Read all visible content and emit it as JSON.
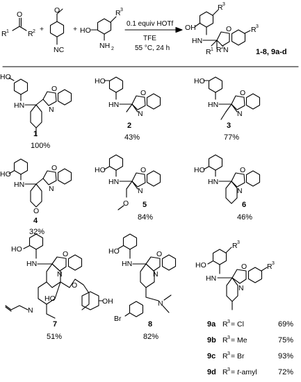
{
  "reaction": {
    "ketone": {
      "o": "O",
      "r1": "R",
      "r1_sup": "1",
      "r2": "R",
      "r2_sup": "2"
    },
    "isocyanide": {
      "ome": "O",
      "nc": "NC"
    },
    "aminophenol": {
      "ho": "HO",
      "nh2": "NH",
      "nh2_sub": "2",
      "r3": "R",
      "r3_sup": "3"
    },
    "plus": "+",
    "conditions": {
      "catalyst": "0.1 equiv HOTf",
      "solvent": "TFE",
      "temperature": "55 °C, 24 h"
    },
    "product": {
      "oh": "OH",
      "hn": "HN",
      "o": "O",
      "n": "N",
      "r1": "R",
      "r1_sup": "1",
      "r2": "R",
      "r2_sup": "2",
      "r3a": "R",
      "r3a_sup": "3",
      "r3b": "R",
      "r3b_sup": "3",
      "label": "1-8, 9a-d"
    }
  },
  "compounds": [
    {
      "id": "1",
      "yield": "100%"
    },
    {
      "id": "2",
      "yield": "43%"
    },
    {
      "id": "3",
      "yield": "77%"
    },
    {
      "id": "4",
      "yield": "32%"
    },
    {
      "id": "5",
      "yield": "84%"
    },
    {
      "id": "6",
      "yield": "46%"
    },
    {
      "id": "7",
      "yield": "51%"
    },
    {
      "id": "8",
      "yield": "82%"
    }
  ],
  "atoms": {
    "ho": "HO",
    "hn": "HN",
    "o": "O",
    "n": "N",
    "oh": "OH",
    "br": "Br"
  },
  "series9": {
    "rows": [
      {
        "id": "9a",
        "r": "R",
        "sup": "3",
        "eq": "= Cl",
        "yield": "69%"
      },
      {
        "id": "9b",
        "r": "R",
        "sup": "3",
        "eq": "= Me",
        "yield": "75%"
      },
      {
        "id": "9c",
        "r": "R",
        "sup": "3",
        "eq": "= Br",
        "yield": "93%"
      },
      {
        "id": "9d",
        "r": "R",
        "sup": "3",
        "eq": "= ",
        "eq_italic": "t",
        "eq_tail": "-amyl",
        "yield": "72%"
      }
    ]
  }
}
